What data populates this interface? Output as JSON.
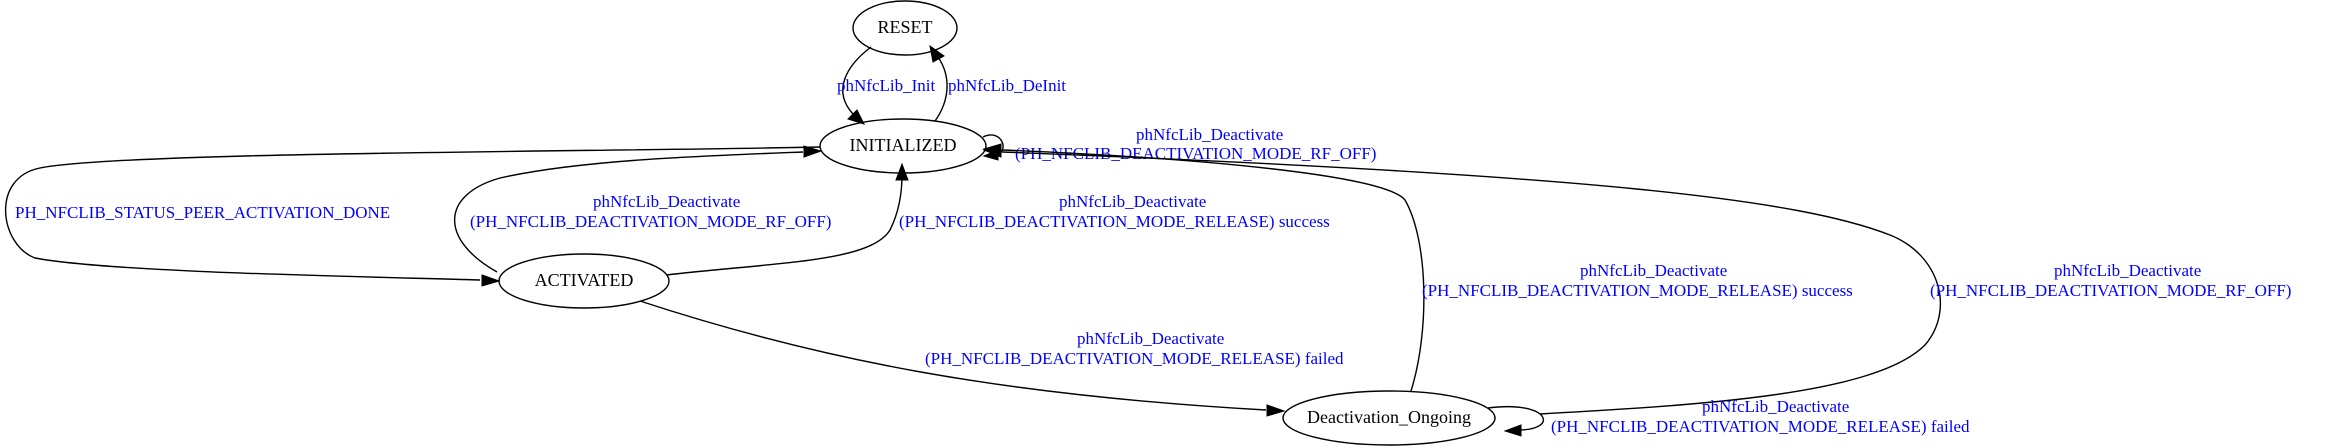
{
  "diagram": {
    "type": "state-diagram",
    "nodes": {
      "reset": "RESET",
      "initialized": "INITIALIZED",
      "activated": "ACTIVATED",
      "deactivation_ongoing": "Deactivation_Ongoing"
    },
    "edges": {
      "reset_to_initialized": [
        "phNfcLib_Init"
      ],
      "initialized_to_reset": [
        "phNfcLib_DeInit"
      ],
      "initialized_self": [
        "phNfcLib_Deactivate",
        "(PH_NFCLIB_DEACTIVATION_MODE_RF_OFF)"
      ],
      "initialized_to_activated": [
        "PH_NFCLIB_STATUS_PEER_ACTIVATION_DONE"
      ],
      "activated_to_initialized_rf_off": [
        "phNfcLib_Deactivate",
        "(PH_NFCLIB_DEACTIVATION_MODE_RF_OFF)"
      ],
      "activated_to_initialized_release": [
        "phNfcLib_Deactivate",
        "(PH_NFCLIB_DEACTIVATION_MODE_RELEASE) success"
      ],
      "activated_to_deactivation": [
        "phNfcLib_Deactivate",
        "(PH_NFCLIB_DEACTIVATION_MODE_RELEASE) failed"
      ],
      "deactivation_to_initialized_success": [
        "phNfcLib_Deactivate",
        "(PH_NFCLIB_DEACTIVATION_MODE_RELEASE) success"
      ],
      "deactivation_to_initialized_rf_off": [
        "phNfcLib_Deactivate",
        "(PH_NFCLIB_DEACTIVATION_MODE_RF_OFF)"
      ],
      "deactivation_self": [
        "phNfcLib_Deactivate",
        "(PH_NFCLIB_DEACTIVATION_MODE_RELEASE) failed"
      ]
    },
    "colors": {
      "edge_label": "#0000ff",
      "line": "#000000",
      "node_fill": "#ffffff"
    }
  }
}
